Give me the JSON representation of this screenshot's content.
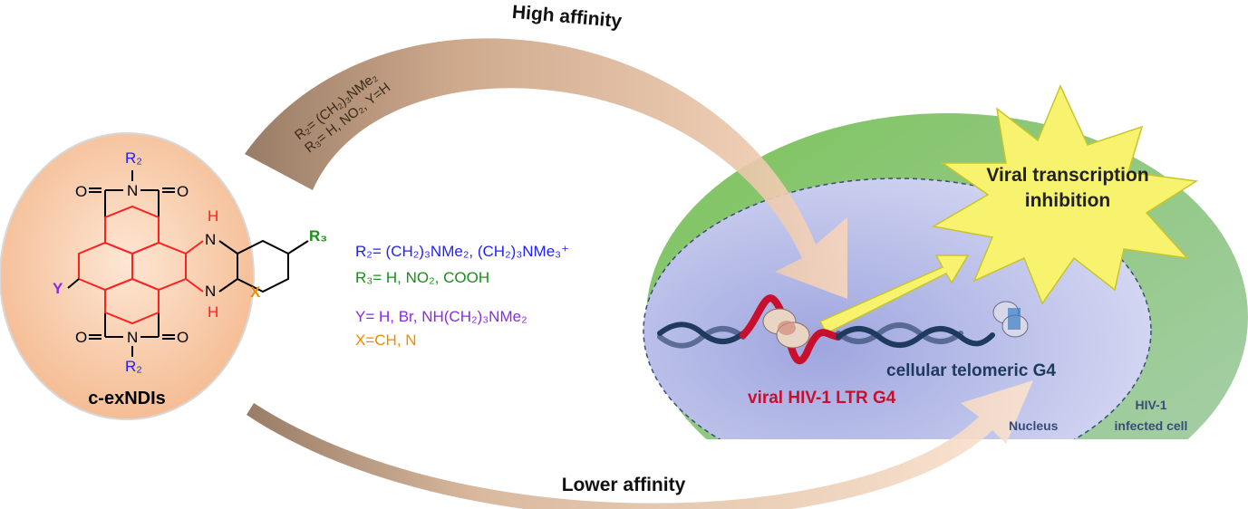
{
  "labels": {
    "high_affinity": "High affinity",
    "lower_affinity": "Lower affinity",
    "compound_name": "c-exNDIs",
    "viral_transcription_line1": "Viral transcription",
    "viral_transcription_line2": "inhibition",
    "viral_g4": "viral HIV-1 LTR G4",
    "telomeric_g4": "cellular telomeric G4",
    "nucleus": "Nucleus",
    "cell_line1": "HIV-1",
    "cell_line2": "infected cell"
  },
  "arc_conditions": {
    "line1": "R₂= (CH₂)₃NMe₂",
    "line2": "R₃= H, NO₂, Y=H"
  },
  "substituents": {
    "r2": "R₂= (CH₂)₃NMe₂, (CH₂)₃NMe₃⁺",
    "r3": "R₃= H, NO₂, COOH",
    "y": "Y= H, Br, NH(CH₂)₃NMe₂",
    "x": "X=CH, N"
  },
  "structure": {
    "r2_top": "R₂",
    "r2_bottom": "R₂",
    "r3": "R₃",
    "o": "O",
    "n": "N",
    "nh": "H",
    "n_nh": "N",
    "y": "Y",
    "x": "X"
  },
  "colors": {
    "arrow_fill": "#f3c7a5",
    "cell_green": "#8fcf6a",
    "nucleus_blue": "#c3c7ea",
    "star_yellow": "#f7f36e",
    "red": "#c8102e",
    "dna_blue": "#1f3a5f",
    "r2_color": "#1f1fff",
    "r3_color": "#1a8f1a",
    "y_color": "#8a2be2",
    "x_color": "#f08c00",
    "ring_red": "#ff2020"
  }
}
